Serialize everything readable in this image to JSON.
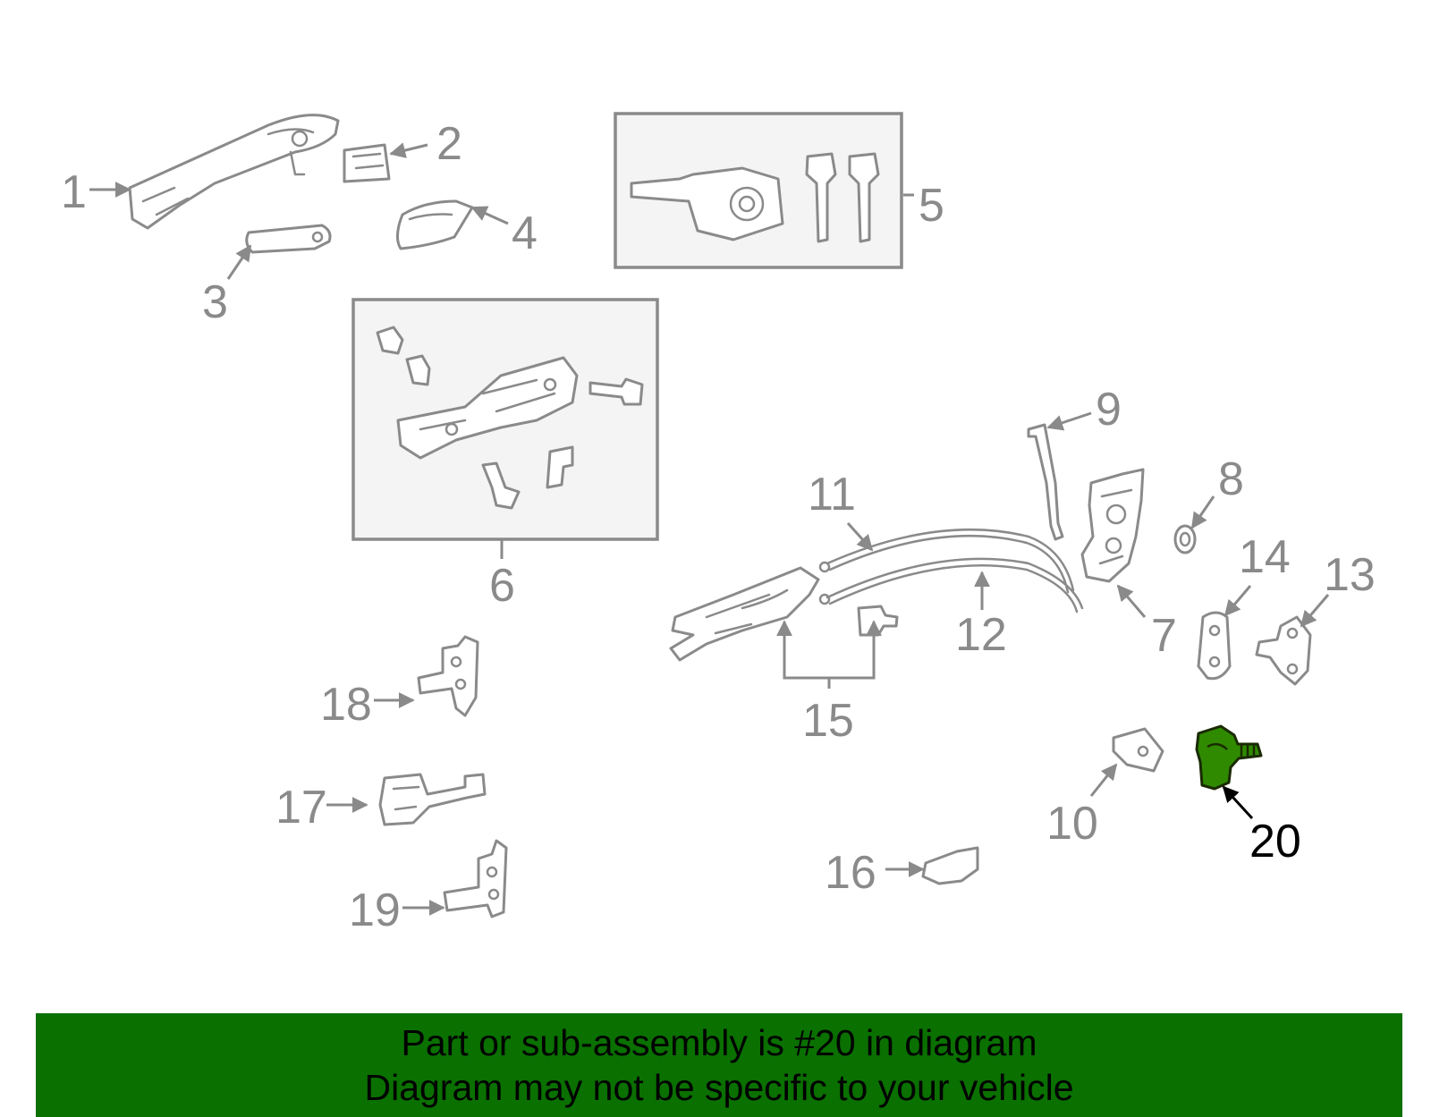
{
  "callouts": {
    "c1": "1",
    "c2": "2",
    "c3": "3",
    "c4": "4",
    "c5": "5",
    "c6": "6",
    "c7": "7",
    "c8": "8",
    "c9": "9",
    "c10": "10",
    "c11": "11",
    "c12": "12",
    "c13": "13",
    "c14": "14",
    "c15": "15",
    "c16": "16",
    "c17": "17",
    "c18": "18",
    "c19": "19",
    "c20": "20"
  },
  "highlighted_part": "20",
  "colors": {
    "line_gray": "#8a8a8a",
    "highlight_part": "#2f8a00",
    "banner_green": "#0a7000",
    "banner_text": "#000000"
  },
  "banner": {
    "line1": "Part or sub-assembly is #20 in diagram",
    "line2": "Diagram may not be specific to your vehicle"
  }
}
